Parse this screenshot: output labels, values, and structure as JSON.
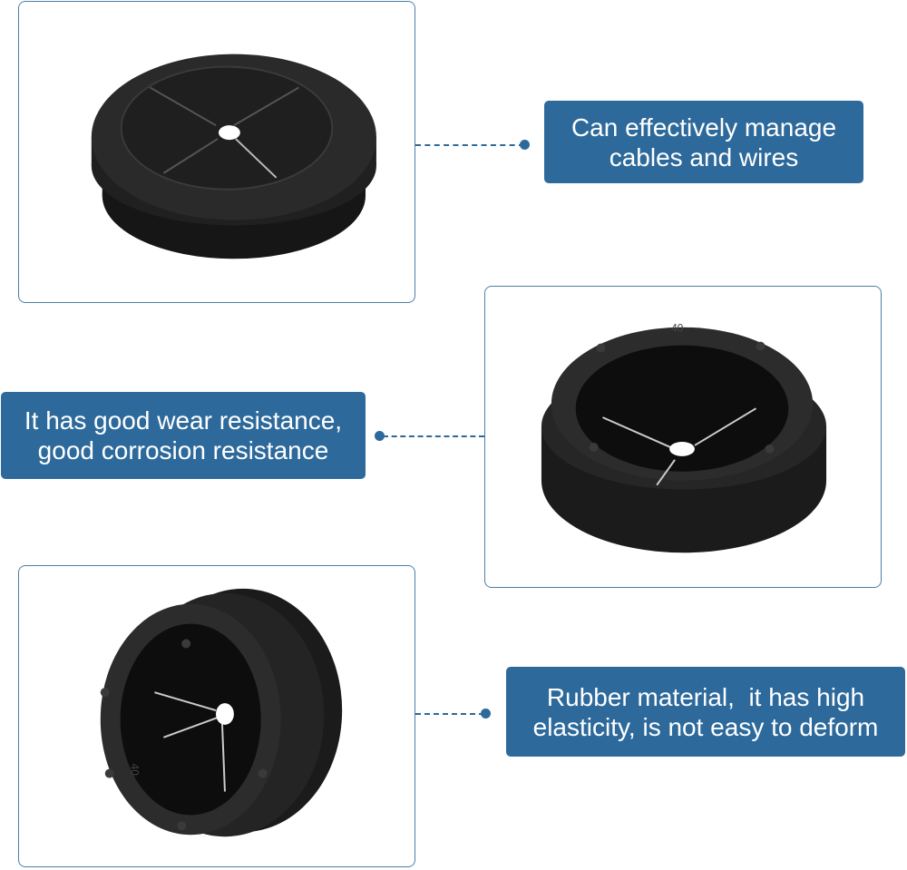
{
  "colors": {
    "accent": "#2d6a9b",
    "panel_border": "#4a7fa8",
    "product": "#1a1a1a"
  },
  "callouts": {
    "top": {
      "line1": "Can effectively manage",
      "line2": "cables and wires"
    },
    "middle": {
      "line1": "It has good wear resistance,",
      "line2": "good corrosion resistance"
    },
    "bottom": {
      "line1": "Rubber material,  it has high",
      "line2": "elasticity, is not easy to deform"
    }
  },
  "product": {
    "size_marking": "40"
  }
}
